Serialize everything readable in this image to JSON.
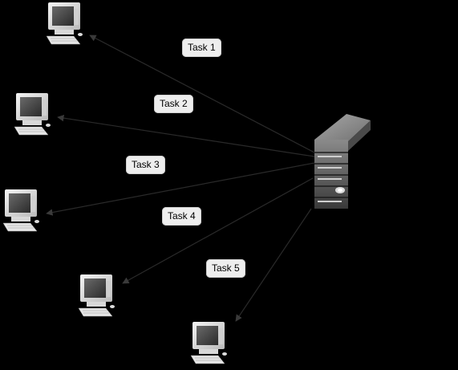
{
  "diagram": {
    "server": {
      "icon": "server-icon"
    },
    "clients": [
      {
        "icon": "computer-icon"
      },
      {
        "icon": "computer-icon"
      },
      {
        "icon": "computer-icon"
      },
      {
        "icon": "computer-icon"
      },
      {
        "icon": "computer-icon"
      }
    ],
    "tasks": [
      {
        "label": "Task 1"
      },
      {
        "label": "Task 2"
      },
      {
        "label": "Task 3"
      },
      {
        "label": "Task 4"
      },
      {
        "label": "Task 5"
      }
    ],
    "colors": {
      "background": "#000000",
      "arrow": "#2a2a2a",
      "label_bg": "#eeeeee"
    }
  }
}
